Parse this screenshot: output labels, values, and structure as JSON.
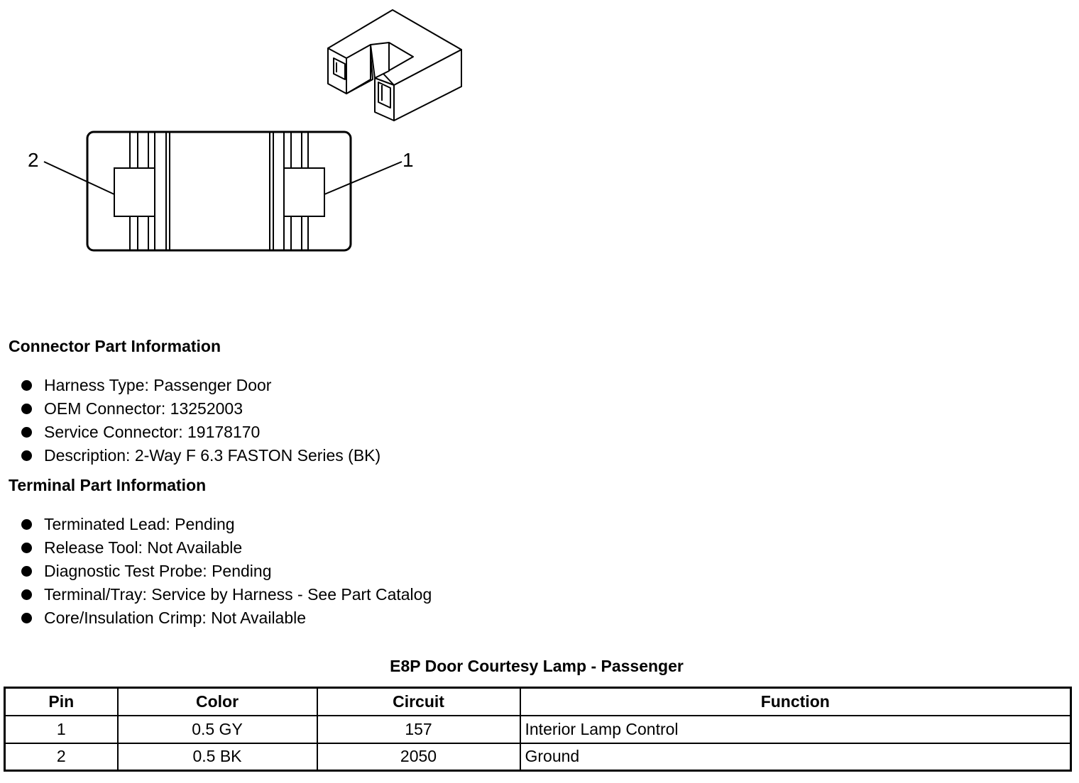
{
  "diagram": {
    "pin_label_left": "2",
    "pin_label_right": "1"
  },
  "connector_section": {
    "title": "Connector Part Information",
    "items": [
      "Harness Type: Passenger Door",
      "OEM Connector: 13252003",
      "Service Connector: 19178170",
      "Description: 2-Way F 6.3 FASTON Series (BK)"
    ]
  },
  "terminal_section": {
    "title": "Terminal Part Information",
    "items": [
      "Terminated Lead: Pending",
      "Release Tool: Not Available",
      "Diagnostic Test Probe: Pending",
      "Terminal/Tray: Service by Harness - See Part Catalog",
      "Core/Insulation Crimp: Not Available"
    ]
  },
  "pin_table": {
    "title": "E8P Door Courtesy Lamp - Passenger",
    "headers": [
      "Pin",
      "Color",
      "Circuit",
      "Function"
    ],
    "rows": [
      [
        "1",
        "0.5 GY",
        "157",
        "Interior Lamp Control"
      ],
      [
        "2",
        "0.5 BK",
        "2050",
        "Ground"
      ]
    ]
  }
}
